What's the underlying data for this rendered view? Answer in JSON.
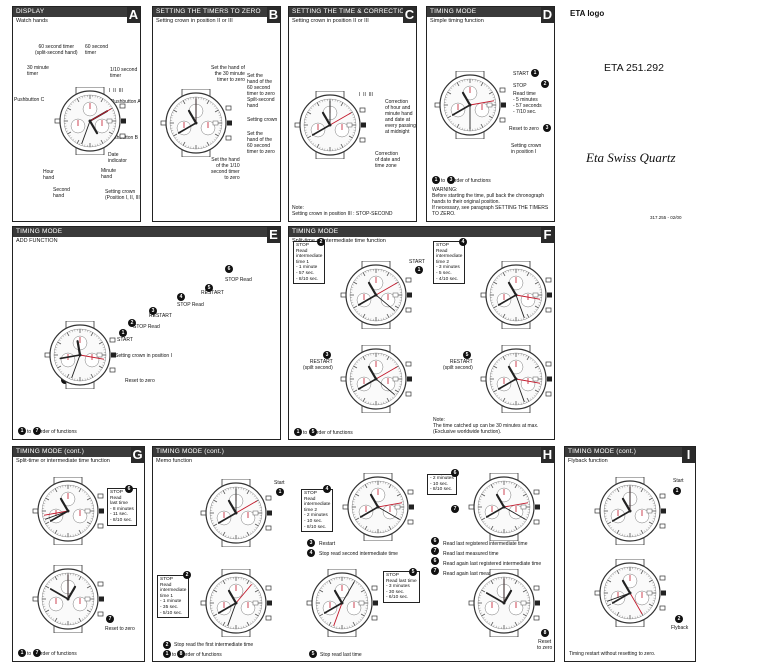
{
  "brand": {
    "model": "ETA 251.292",
    "script": "Eta Swiss Quartz",
    "code": "317.255 - 02/00",
    "logo": "ETA logo"
  },
  "panels": {
    "A": {
      "title": "DISPLAY",
      "letter": "A",
      "sub": "Watch hands",
      "labels": {
        "l1": "60 second timer\n(split-second hand)",
        "l2": "60 second\ntimer",
        "l3": "30 minute\ntimer",
        "l4": "1/10 second\ntimer",
        "l5": "Pushbutton C",
        "l6": "Pushbutton A",
        "l7": "Pushbutton B",
        "l8": "Date\nindicator",
        "l9": "Hour\nhand",
        "l10": "Minute\nhand",
        "l11": "Second\nhand",
        "l12": "Setting crown\n(Position I, II, III)",
        "pos": "I  II  III"
      }
    },
    "B": {
      "title": "SETTING THE TIMERS TO ZERO",
      "letter": "B",
      "sub": "Setting crown in position II or III",
      "labels": {
        "b1": "Set the hand of\nthe 30 minute\ntimer to zero",
        "b2": "Set the\nhand of the\n60 second\ntimer to zero\nSpilt-second\nhand",
        "b3": "Setting crown",
        "b4": "Set the\nhand of the\n60 second\ntimer to zero",
        "b5": "Set the hand\nof the 1/10\nsecond timer\nto zero"
      }
    },
    "C": {
      "title": "SETTING THE TIME & CORRECTION",
      "letter": "C",
      "sub": "Setting crown in position II or III",
      "labels": {
        "c1": "Correction\nof hour and\nminute hand\nand date at\nevery passing\nat midnight",
        "c2": "Correction\nof date and\ntime zone",
        "pos": "I  II  III"
      },
      "note": "Note:\nSetting crown in position III : STOP-SECOND"
    },
    "D": {
      "title": "TIMING MODE",
      "letter": "D",
      "sub": "Simple timing function",
      "labels": {
        "start": "START",
        "stop": "STOP",
        "read": "Read time\n- 5 minutes\n- 57 seconds\n- 7/10 sec.",
        "reset": "Reset to zero",
        "crown": "Setting crown\nin position I",
        "order": "to     order of functions"
      },
      "warning": "WARNING:\nBefore starting the time, pull back the chronograph\nhands to their original position.\nIf necessary, see paragraph SETTING THE TIMERS\nTO ZERO."
    },
    "E": {
      "title": "TIMING MODE",
      "letter": "E",
      "sub": "ADD FUNCTION",
      "labels": {
        "start": "START",
        "stop1": "STOP Read",
        "restart1": "RESTART",
        "stop2": "STOP Read",
        "restart2": "RESTART",
        "stop3": "STOP Read",
        "crown": "Setting crown in position I",
        "reset": "Reset to zero",
        "order": "to     order of functions"
      }
    },
    "F": {
      "title": "TIMING MODE",
      "letter": "F",
      "sub": "Split-time or intermediate time function",
      "box1": "STOP\nRead\nintermediate\ntime 1\n- 1 minute\n- 57 sec.\n- 8/10 sec.",
      "box2": "STOP\nRead\nintermediate\ntime 2\n- 3 minutes\n- 5 sec.\n- 4/10 sec.",
      "labels": {
        "start": "START",
        "restart1": "RESTART\n(spilt second)",
        "restart2": "RESTART\n(spilt second)",
        "order": "to     order of functions"
      },
      "note": "Note:\nThe time catched up can be 30 minutes at max.\n(Exclusive worldwide function)."
    },
    "G": {
      "title": "TIMING MODE (cont.)",
      "letter": "G",
      "sub": "Split-time or intermediate time function",
      "box1": "STOP\nRead\nlast time\n- 8 minutes\n- 11 sec.\n- 8/10 sec.",
      "labels": {
        "reset": "Reset to zero",
        "order": "to     order of functions"
      }
    },
    "H": {
      "title": "TIMING MODE (cont.)",
      "letter": "H",
      "sub": "Memo function",
      "box1": "STOP\nRead\nintermediate\ntime 2\n- 2 minutes\n- 10 sec.\n- 8/10 sec.",
      "box2": "- 2 minutes\n- 10 sec.\n- 8/10 sec.",
      "box3": "STOP\nRead\nintermediate\ntime 1\n- 1 minute\n- 35 sec.\n- 5/10 sec.",
      "box4": "STOP\nRead last time\n- 3 minutes\n- 30 sec.\n- 6/10 sec.",
      "labels": {
        "start": "Start",
        "restart": "Restart",
        "stopread2": "Stop read second intermediate time",
        "stopread1": "Stop read the first intermediate time",
        "stoplast": "Stop read last time",
        "order": "to     order of functions",
        "reset": "Reset\nto zero",
        "list": "Read last registered intermediate time\nRead last measured time\nRead again last registered intermediate time\nRead again last measured time..."
      }
    },
    "I": {
      "title": "TIMING MODE (cont.)",
      "letter": "I",
      "sub": "Flyback function",
      "labels": {
        "start": "Start",
        "flyback": "Flyback",
        "foot": "Timing restart without resetting to zero."
      }
    }
  }
}
